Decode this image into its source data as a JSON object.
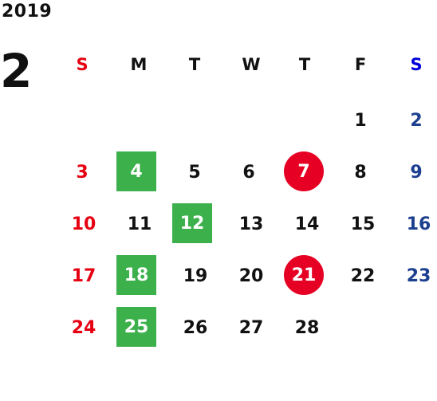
{
  "calendar": {
    "year": "2019",
    "month": "2",
    "weekdays": [
      "S",
      "M",
      "T",
      "W",
      "T",
      "F",
      "S"
    ],
    "days": [
      "1",
      "2",
      "3",
      "4",
      "5",
      "6",
      "7",
      "8",
      "9",
      "10",
      "11",
      "12",
      "13",
      "14",
      "15",
      "16",
      "17",
      "18",
      "19",
      "20",
      "21",
      "22",
      "23",
      "24",
      "25",
      "26",
      "27",
      "28"
    ],
    "first_weekday": 5,
    "highlight_square_days": [
      "4",
      "12",
      "18",
      "25"
    ],
    "highlight_circle_days": [
      "7",
      "21"
    ],
    "colors": {
      "text": "#111111",
      "sunday": "#e60012",
      "saturday": "#1d3f8f",
      "saturday_header": "#0000d9",
      "square_highlight": "#3cb04b",
      "circle_highlight": "#e60023"
    }
  }
}
